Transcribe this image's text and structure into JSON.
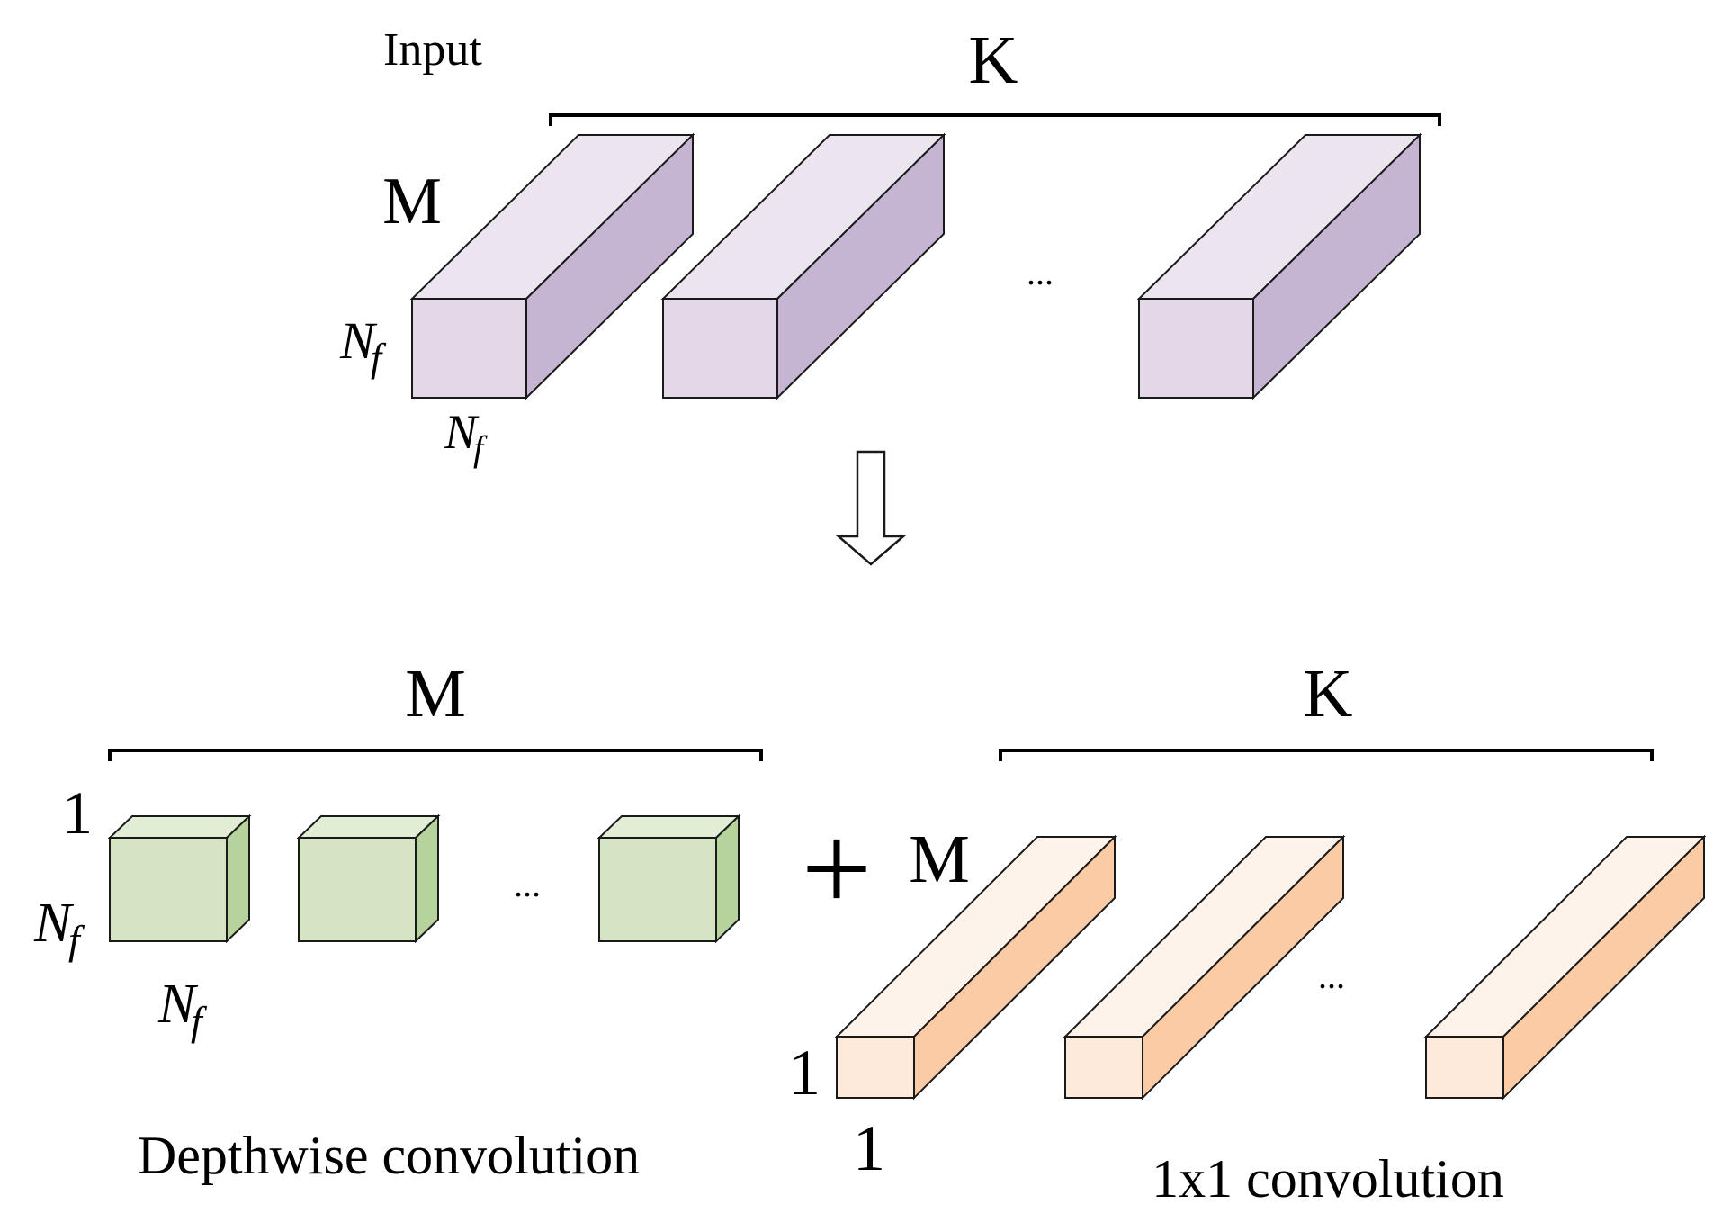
{
  "top": {
    "input_label": "Input",
    "k_label": "K",
    "m_label": "M",
    "nf_main": "N",
    "nf_sub": "f",
    "dots": "...",
    "colors": {
      "front": "#e2d8e8",
      "top": "#ece5f0",
      "side": "#c5b5d2"
    }
  },
  "arrow": {
    "icon": "hollow-down-arrow"
  },
  "depthwise": {
    "m_label": "M",
    "one_label": "1",
    "nf_main": "N",
    "nf_sub": "f",
    "dots": "...",
    "caption": "Depthwise convolution",
    "colors": {
      "front": "#d5e4c2",
      "top": "#e2edd6",
      "side": "#b6d39b"
    }
  },
  "plus": "+",
  "pointwise": {
    "k_label": "K",
    "m_label": "M",
    "one_label": "1",
    "dots": "...",
    "caption": "1x1 convolution",
    "colors": {
      "front": "#fdeadb",
      "top": "#fef3ea",
      "side": "#fbcba6"
    }
  }
}
